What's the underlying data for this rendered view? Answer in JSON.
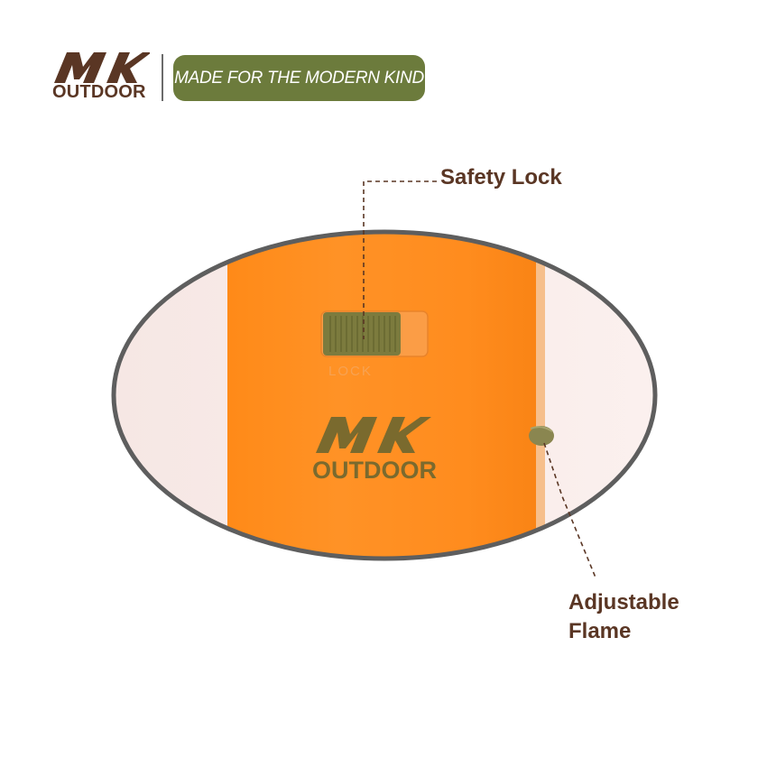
{
  "brand": {
    "logo_text": "MK",
    "outdoor_text": "OUTDOOR",
    "tagline": "MADE FOR THE MODERN KIND"
  },
  "product": {
    "lock_marking": "LOCK",
    "logo_text": "MK",
    "outdoor_text": "OUTDOOR"
  },
  "callouts": {
    "safety_lock": "Safety Lock",
    "adjustable_flame_line1": "Adjustable",
    "adjustable_flame_line2": "Flame"
  },
  "colors": {
    "brand_brown": "#5a3624",
    "tagline_green": "#6c7b3c",
    "body_orange": "#ff8c1e",
    "switch_olive": "#7c7b3e",
    "lens_rim": "#5e5e5e"
  }
}
